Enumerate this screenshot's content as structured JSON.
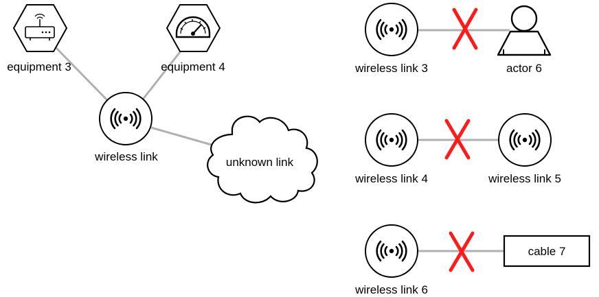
{
  "nodes": {
    "equipment_3": "equipment 3",
    "equipment_4": "equipment 4",
    "wireless_link": "wireless link",
    "unknown_link": "unknown link",
    "wireless_link_3": "wireless link 3",
    "actor_6": "actor 6",
    "wireless_link_4": "wireless link 4",
    "wireless_link_5": "wireless link 5",
    "wireless_link_6": "wireless link 6",
    "cable_7": "cable 7"
  },
  "icons": {
    "equipment_3": "router-icon",
    "equipment_4": "gauge-icon",
    "wireless": "wireless-signal-icon",
    "actor": "actor-icon"
  },
  "colors": {
    "edge": "#b0b0b0",
    "blocked_marker": "#ff1a1a",
    "node_stroke": "#000000"
  }
}
